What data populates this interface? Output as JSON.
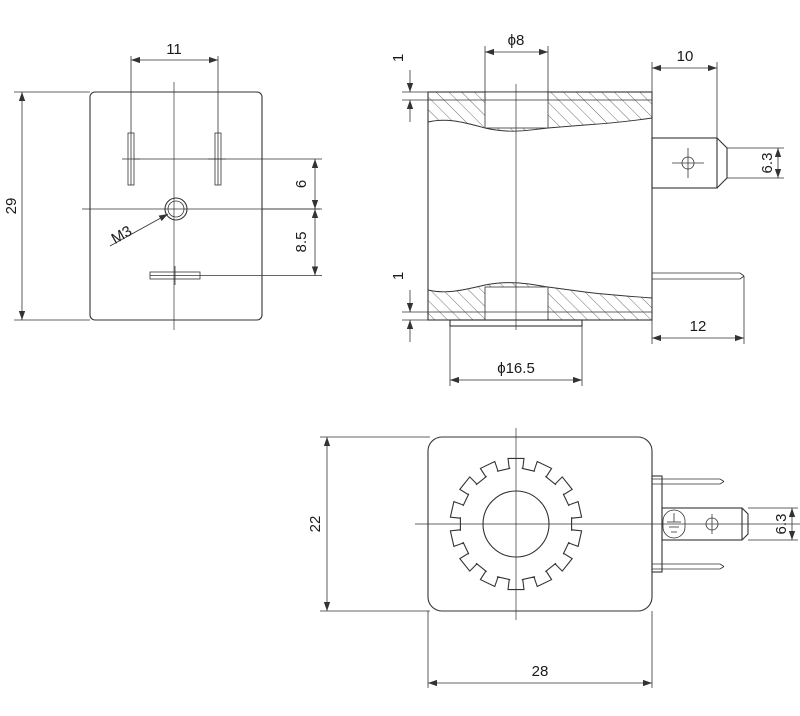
{
  "views": {
    "front": {
      "dims": {
        "pin_spacing": "11",
        "height": "29",
        "offset_upper": "6",
        "offset_lower": "8.5",
        "thread": "M3"
      }
    },
    "section": {
      "dims": {
        "inner_diameter": "ϕ8",
        "wall_top": "1",
        "wall_bottom": "1",
        "terminal_length": "10",
        "terminal_width": "6.3",
        "terminal_extent": "12",
        "outer_diameter": "ϕ16.5"
      }
    },
    "side": {
      "dims": {
        "height": "22",
        "width": "28",
        "terminal_width": "6.3"
      }
    }
  },
  "colors": {
    "line": "#333333",
    "text": "#1a1a1a",
    "background": "#ffffff"
  }
}
